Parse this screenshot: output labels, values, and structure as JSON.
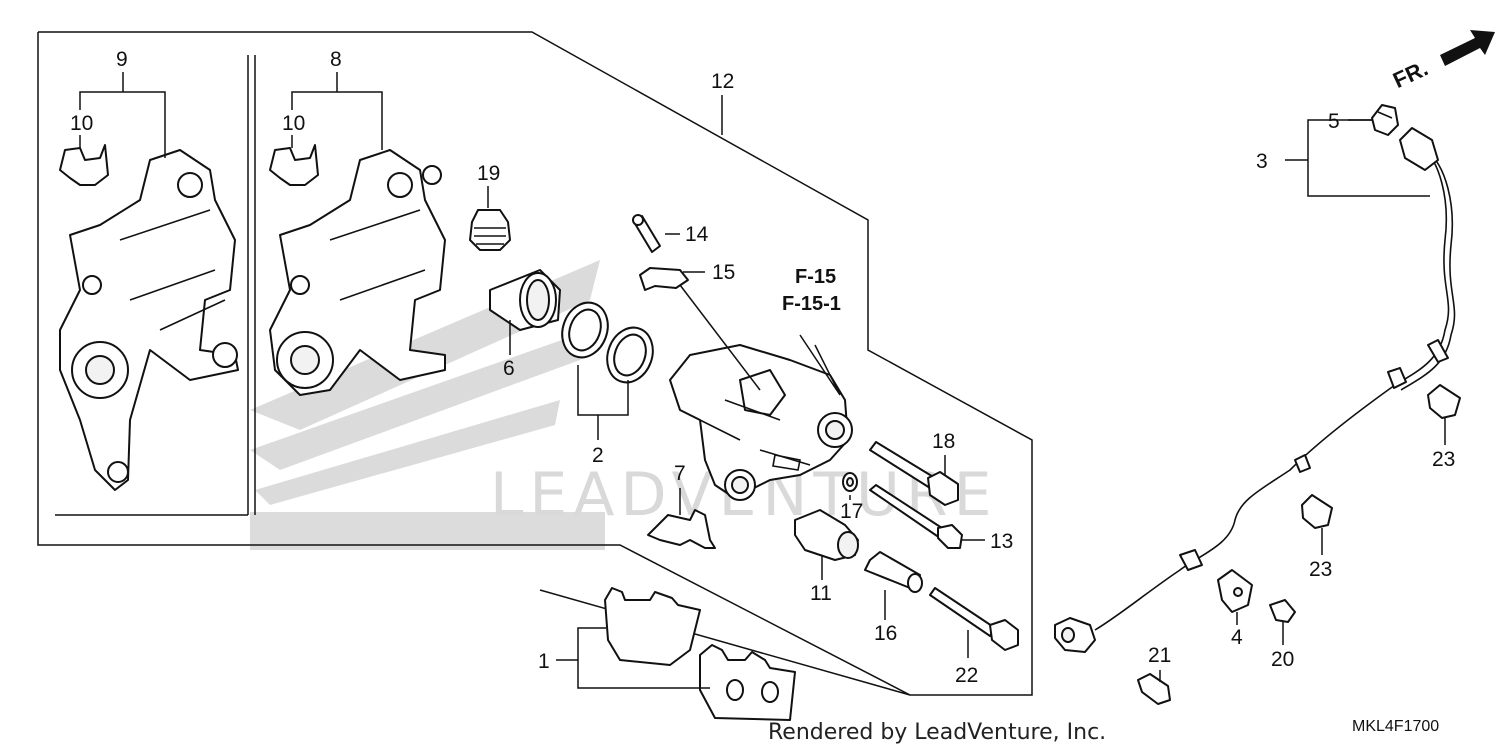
{
  "diagram": {
    "callouts": {
      "p1": "1",
      "p2": "2",
      "p3": "3",
      "p4": "4",
      "p5": "5",
      "p6": "6",
      "p7": "7",
      "p8": "8",
      "p9": "9",
      "p10a": "10",
      "p10b": "10",
      "p11": "11",
      "p12": "12",
      "p13": "13",
      "p14": "14",
      "p15": "15",
      "p16": "16",
      "p17": "17",
      "p18": "18",
      "p19": "19",
      "p20": "20",
      "p21": "21",
      "p22": "22",
      "p23a": "23",
      "p23b": "23"
    },
    "references": [
      "F-15",
      "F-15-1"
    ],
    "front_indicator": "FR.",
    "watermark": "LEADVENTURE",
    "footer": "Rendered by LeadVenture, Inc.",
    "diagram_code": "MKL4F1700"
  }
}
